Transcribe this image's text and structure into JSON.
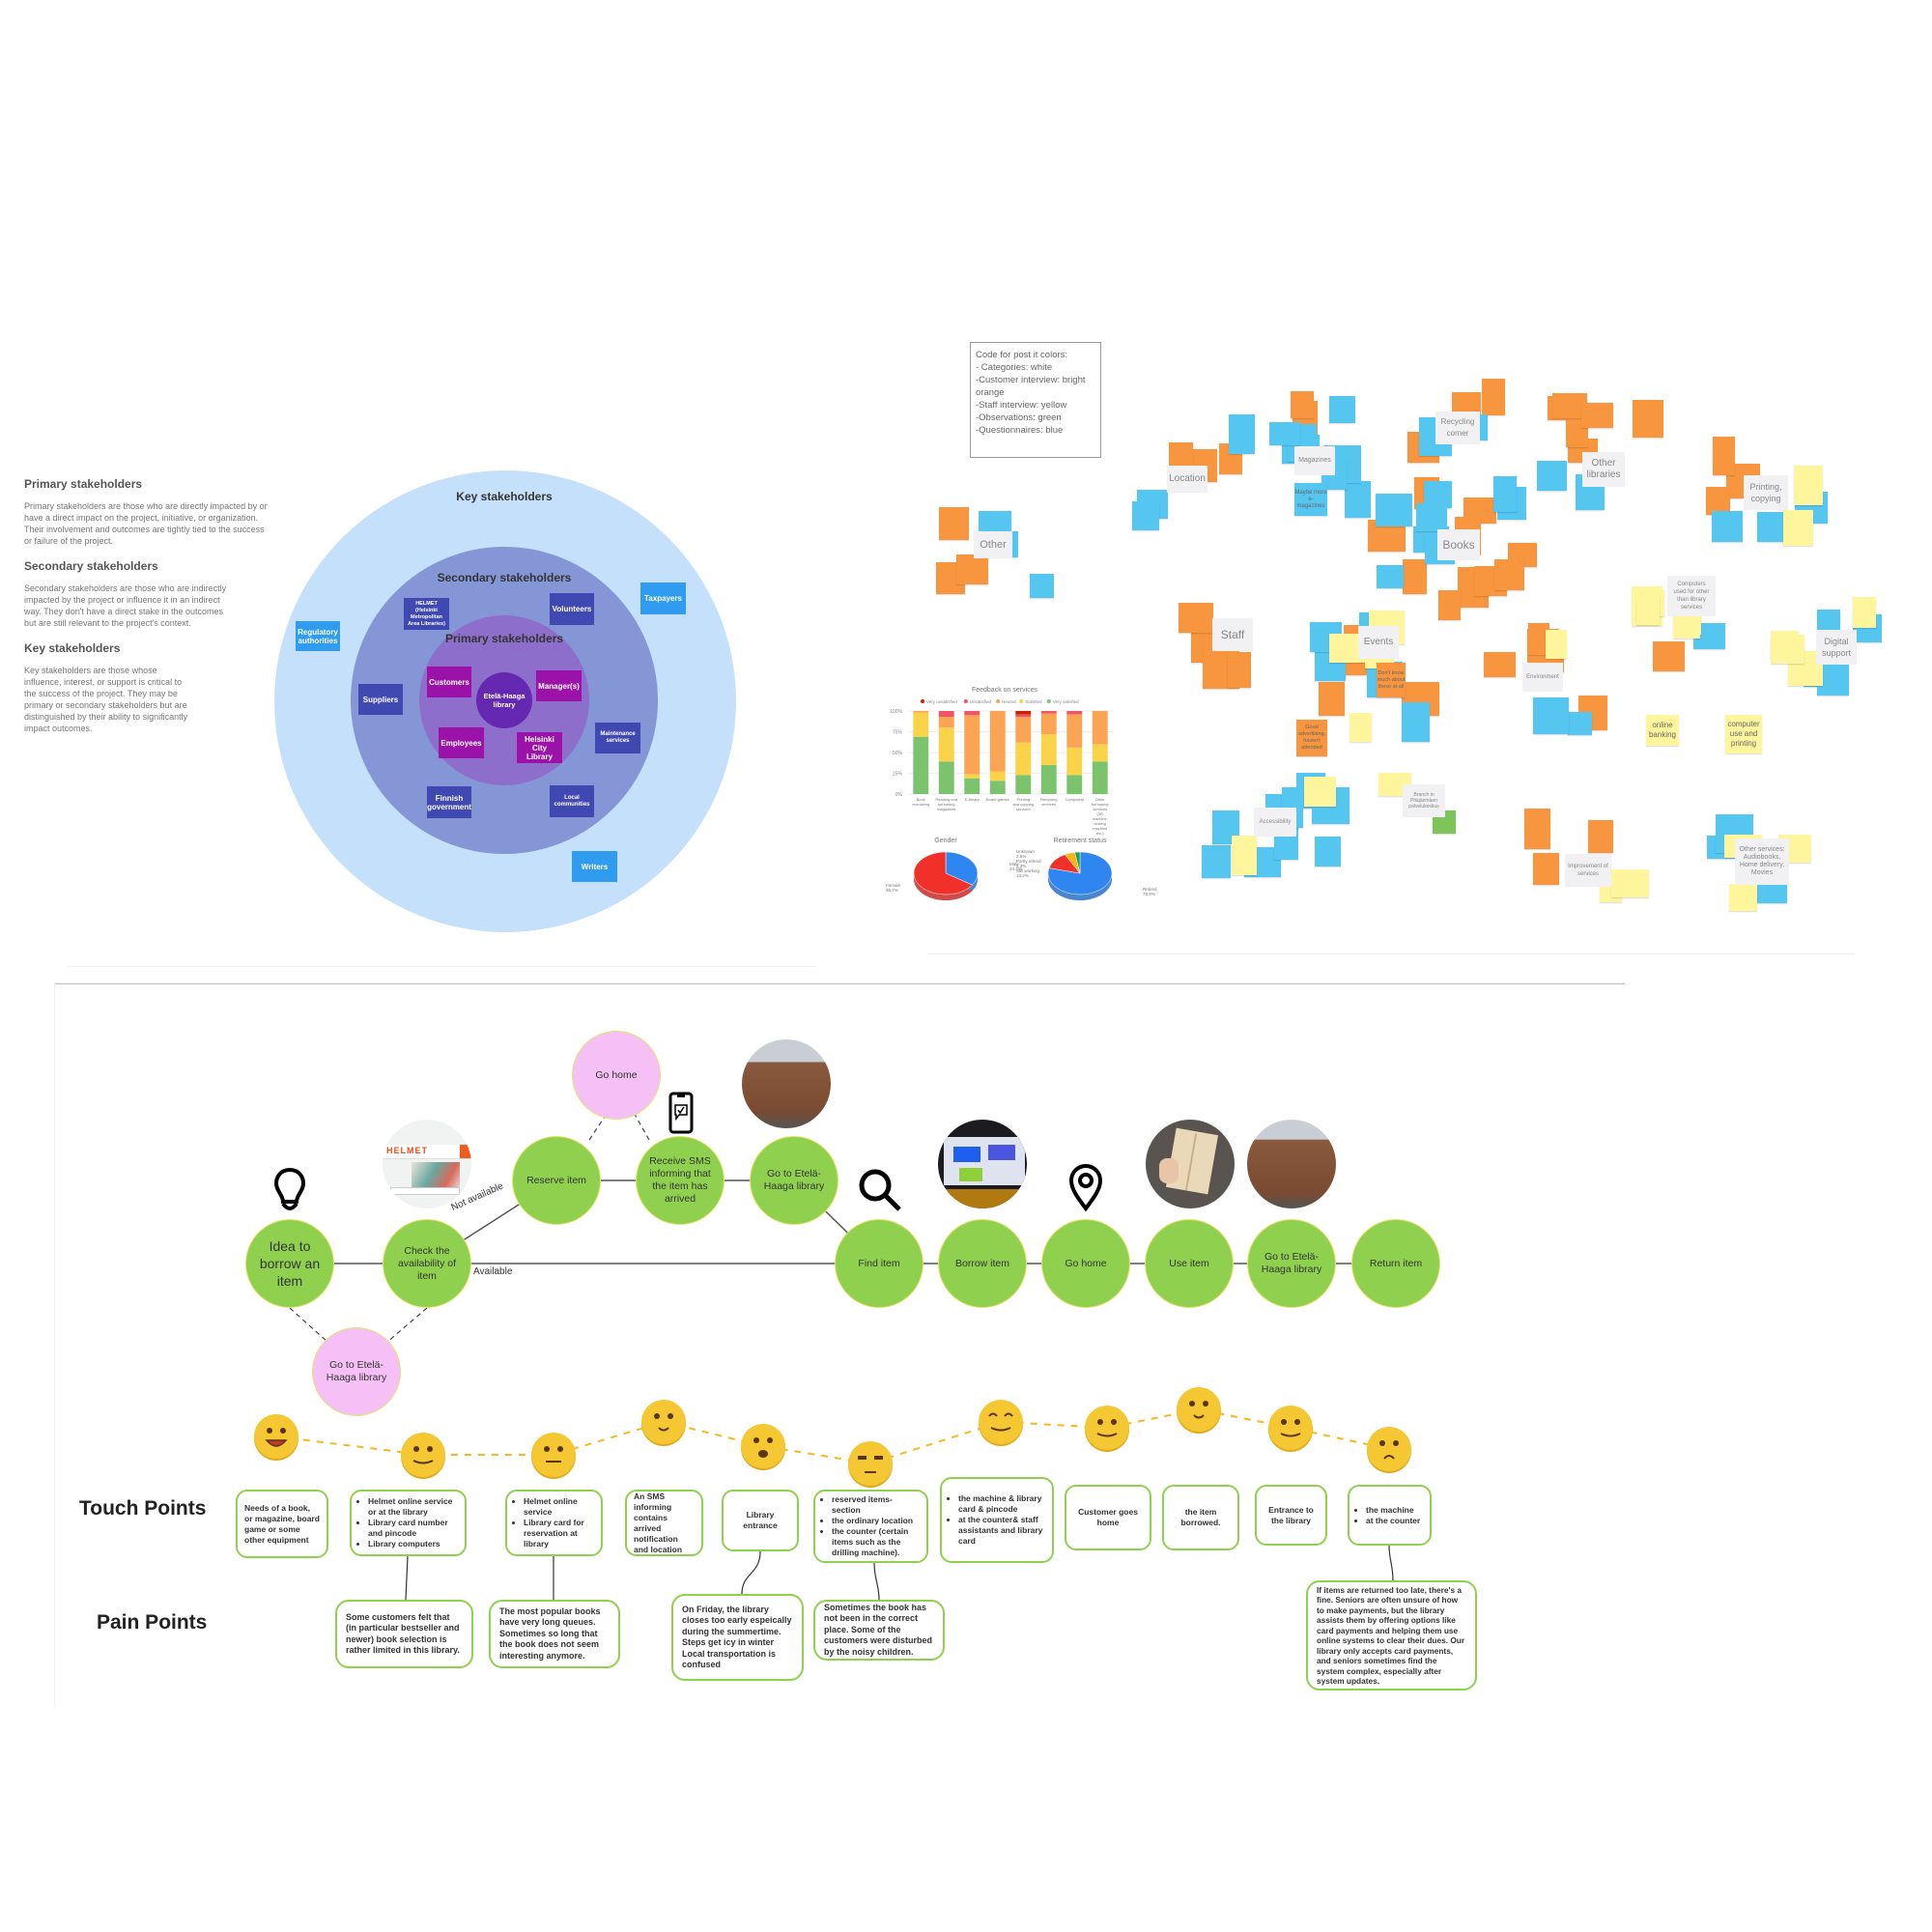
{
  "stakeholder_text": {
    "primary_title": "Primary stakeholders",
    "primary_body": "Primary stakeholders are those who are directly impacted by or have a direct impact on the project, initiative, or organization. Their involvement and outcomes are tightly tied to the success or failure of the project.",
    "secondary_title": "Secondary stakeholders",
    "secondary_body": "Secondary stakeholders are those who are indirectly impacted by the project or influence it in an indirect way. They don't have a direct stake in the outcomes but are still relevant to the project's context.",
    "key_title": "Key stakeholders",
    "key_body": "Key stakeholders are those whose influence, interest, or support is critical to the success of the project. They may be primary or secondary stakeholders but are distinguished by their ability to significantly impact outcomes."
  },
  "stakeholder_map": {
    "key_label": "Key stakeholders",
    "secondary_label": "Secondary stakeholders",
    "primary_label": "Primary stakeholders",
    "center": "Etelä-Haaga library",
    "key": [
      "Regulatory authorities",
      "Taxpayers",
      "Writers"
    ],
    "secondary": [
      "HELMET (Helsinki Metropolitan Area Libraries)",
      "Volunteers",
      "Suppliers",
      "Maintenance services",
      "Finnish government",
      "Local communities"
    ],
    "primary": [
      "Customers",
      "Manager(s)",
      "Employees",
      "Helsinki City Library"
    ],
    "colors": {
      "key_ring": "#c5e0fa",
      "secondary_ring": "#8496d6",
      "primary_ring": "#8d6fcb",
      "center": "#6429b0"
    }
  },
  "affinity": {
    "legend": [
      "Code for post it colors:",
      "- Categories: white",
      "-Customer interview: bright orange",
      "-Staff interview: yellow",
      "-Observations: green",
      "-Questionnaires: blue"
    ],
    "categories": [
      "Other",
      "Location",
      "Magazines",
      "Recycling corner",
      "Other libraries",
      "Printing, copying",
      "Books",
      "Staff",
      "Events",
      "Environment",
      "Computers used for other than library services",
      "Digital support",
      "Accessibility",
      "Branch in Pitäjänmäen palvelukeskus",
      "Improvement of services",
      "Other services: Audiobooks, Home delivery, Movies"
    ],
    "readable_notes": [
      "online banking",
      "computer use and printing",
      "Maybe more e-magazines",
      "Don't know much about these at all",
      "Good advertising, haven't attended"
    ],
    "colors": {
      "customer_interview": "#f7963e",
      "staff_interview": "#fff59d",
      "observations": "#7dc55a",
      "questionnaires": "#55c6f0",
      "categories": "#f1f1f3"
    }
  },
  "chart_data": [
    {
      "type": "bar",
      "stacked": true,
      "title": "Feedback on services",
      "categories": [
        "Book borrowing",
        "Reading and borrowing magazines",
        "E-library",
        "Board games",
        "Printing and copying services",
        "Recycling services",
        "Computers",
        "Other borrowing services (3D machine, sewing machine etc.)"
      ],
      "series": [
        {
          "name": "Very satisfied",
          "color": "#7cc36e",
          "values": [
            69,
            39,
            19,
            16,
            23,
            35,
            23,
            39
          ]
        },
        {
          "name": "Satisfied",
          "color": "#fbd348",
          "values": [
            29,
            41,
            5,
            11,
            39,
            37,
            33,
            21
          ]
        },
        {
          "name": "Neutral",
          "color": "#fba454",
          "values": [
            2,
            13,
            71,
            73,
            31,
            25,
            40,
            40
          ]
        },
        {
          "name": "Unsatisfied",
          "color": "#ee5566",
          "values": [
            0,
            7,
            5,
            0,
            3,
            3,
            4,
            0
          ]
        },
        {
          "name": "Very unsatisfied",
          "color": "#cc2200",
          "values": [
            0,
            0,
            0,
            0,
            4,
            0,
            0,
            0
          ]
        }
      ],
      "legend_order": [
        "Very unsatisfied",
        "Unsatisfied",
        "Neutral",
        "Satisfied",
        "Very satisfied"
      ],
      "yticks": [
        "0%",
        "25%",
        "50%",
        "75%",
        "100%"
      ],
      "ylim": [
        0,
        100
      ],
      "legend": "top"
    },
    {
      "type": "pie",
      "title": "Gender",
      "slices": [
        {
          "label": "Male",
          "value": 34.3,
          "color": "#2f86f0"
        },
        {
          "label": "Female",
          "value": 65.7,
          "color": "#f2302a"
        }
      ]
    },
    {
      "type": "pie",
      "title": "Retirement status",
      "slices": [
        {
          "label": "Retired",
          "value": 78.9,
          "color": "#2f86f0"
        },
        {
          "label": "Still working",
          "value": 13.2,
          "color": "#f2302a"
        },
        {
          "label": "Partly retired",
          "value": 5.3,
          "color": "#f7b515"
        },
        {
          "label": "Unknown",
          "value": 2.6,
          "color": "#1aa251"
        }
      ]
    }
  ],
  "journey": {
    "nodes": {
      "idea": "Idea to borrow an item",
      "check": "Check the availability of item",
      "reserve": "Reserve item",
      "sms": "Receive SMS informing that the item has arrived",
      "goto_top": "Go to Etelä-Haaga library",
      "find": "Find item",
      "borrow": "Borrow item",
      "home": "Go home",
      "use": "Use item",
      "goto": "Go to Etelä-Haaga library",
      "return": "Return item",
      "alt_home": "Go home",
      "alt_goto": "Go to Etelä-Haaga library"
    },
    "edge_labels": {
      "not_available": "Not available",
      "available": "Available"
    },
    "helmet_logo": "HELMET",
    "moods": [
      "grinning",
      "slight-smile",
      "neutral",
      "happy",
      "worried",
      "annoyed",
      "beaming",
      "content",
      "happy",
      "content",
      "sad"
    ],
    "touch_points_label": "Touch Points",
    "pain_points_label": "Pain Points",
    "touch_points": [
      {
        "text": "Needs of a book, or magazine, board game or some other equipment"
      },
      {
        "items": [
          "Helmet online service or at the library",
          "Library card number and pincode",
          "Library computers"
        ]
      },
      {
        "items": [
          "Helmet online service",
          "Library card for reservation at library"
        ]
      },
      {
        "text": "An SMS informing contains arrived notification and location"
      },
      {
        "text": "Library entrance"
      },
      {
        "items": [
          "reserved items-section",
          "the ordinary location",
          "the counter (certain items such as the drilling machine)."
        ]
      },
      {
        "items": [
          "the machine & library card & pincode",
          "at the counter& staff assistants and library card"
        ]
      },
      {
        "text": "Customer goes home"
      },
      {
        "text": "the item borrowed."
      },
      {
        "text": "Entrance to the library"
      },
      {
        "items": [
          "the machine",
          "at the counter"
        ]
      }
    ],
    "pain_points": [
      "Some customers felt that (in particular bestseller and newer) book selection is rather limited in this library.",
      "The most popular books have very long queues. Sometimes so long that the book does not seem interesting anymore.",
      "On Friday, the library closes too early espeically during the summertime. Steps get icy in winter Local transportation is confused",
      "Sometimes the book has not been in the correct place. Some of the customers were disturbed by the noisy children.",
      "If items are returned too late, there's a fine. Seniors are often unsure of how to make payments, but the library assists them by offering options like card payments and helping them use online systems to clear their dues. Our library only accepts card payments, and seniors sometimes find the system complex, especially after system updates."
    ]
  }
}
